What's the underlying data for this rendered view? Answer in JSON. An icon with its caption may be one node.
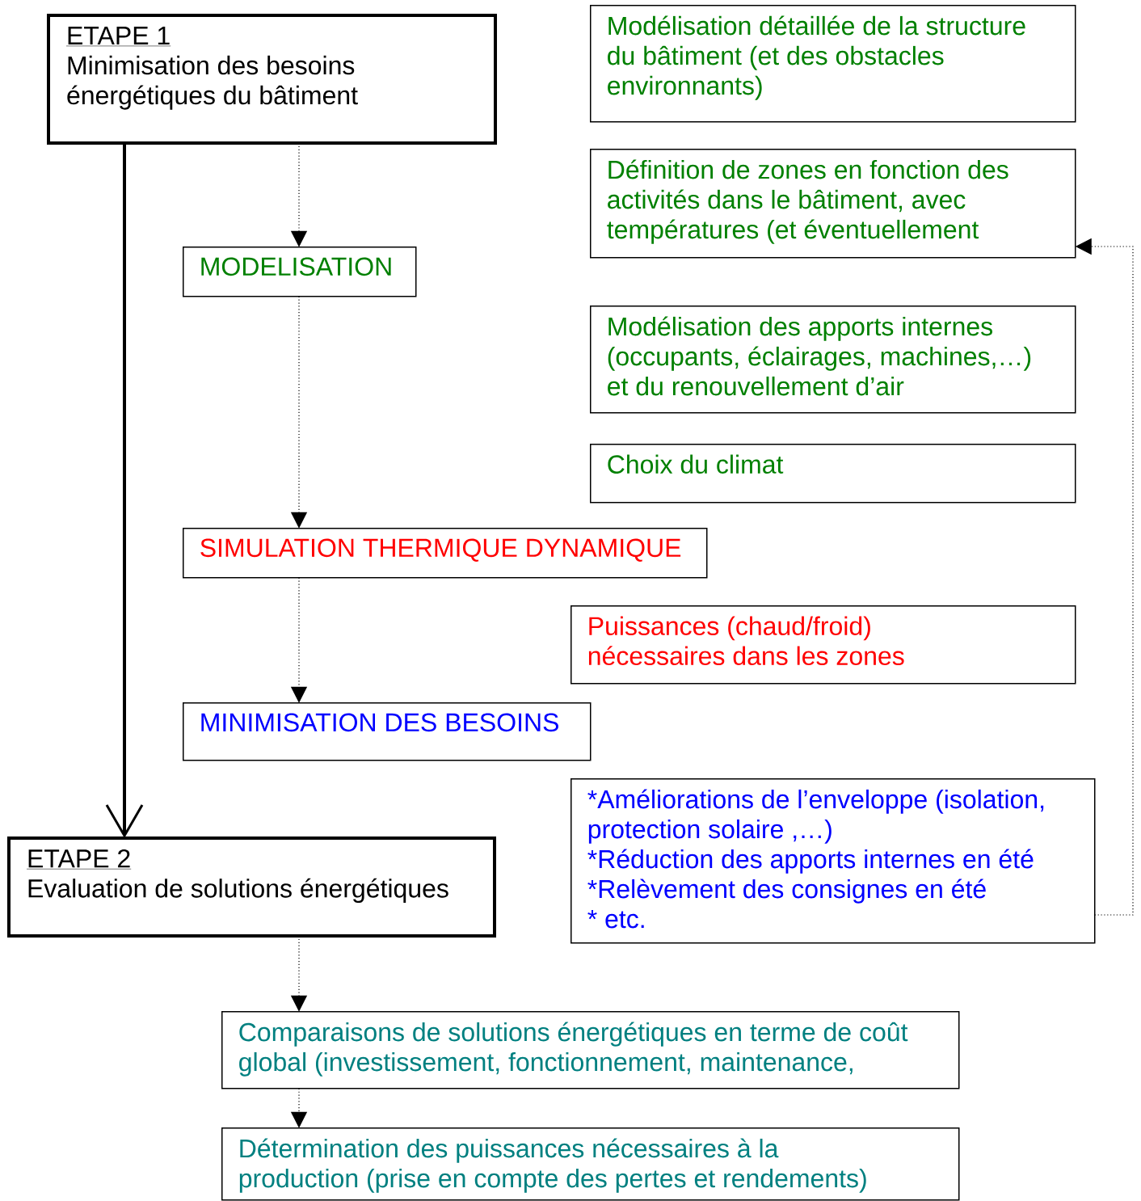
{
  "diagram": {
    "nodes": [
      {
        "text": [
          "ETAPE 1",
          "Minimisation des besoins énergétiques du bâtiment"
        ]
      },
      {
        "text": [
          "Modélisation détaillée de la structure du bâtiment (et des obstacles environnants)"
        ]
      },
      {
        "text": [
          "Définition de zones en fonction des activités dans le bâtiment, avec températures (et éventuellement"
        ]
      },
      {
        "text": [
          "MODELISATION"
        ]
      },
      {
        "text": [
          "Modélisation des apports internes (occupants, éclairages, machines,…) et du renouvellement d’air"
        ]
      },
      {
        "text": [
          "Choix du climat"
        ]
      },
      {
        "text": [
          "SIMULATION THERMIQUE DYNAMIQUE"
        ]
      },
      {
        "text": [
          "Puissances (chaud/froid) nécessaires dans les zones"
        ]
      },
      {
        "text": [
          "MINIMISATION DES BESOINS"
        ]
      },
      {
        "text": [
          "*Améliorations de l’enveloppe (isolation, protection solaire ,…)",
          "*Réduction des apports internes en été",
          "*Relèvement des consignes en été",
          "* etc."
        ]
      },
      {
        "text": [
          "ETAPE 2",
          "Evaluation de solutions énergétiques"
        ]
      },
      {
        "text": [
          "Comparaisons de solutions énergétiques  en terme de coût global (investissement, fonctionnement, maintenance,"
        ]
      },
      {
        "text": [
          "Détermination des puissances nécessaires à la production (prise en compte des pertes et rendements)"
        ]
      }
    ],
    "edges": [
      {
        "from": 0,
        "to": 3,
        "arrow": "to",
        "style": "dashed"
      },
      {
        "from": 3,
        "to": 6,
        "arrow": "to",
        "style": "dashed"
      },
      {
        "from": 6,
        "to": 8,
        "arrow": "to",
        "style": "dashed"
      },
      {
        "from": 0,
        "to": 10,
        "arrow": "to",
        "style": "thick"
      },
      {
        "from": 9,
        "to": 2,
        "arrow": "to",
        "style": "dashed"
      },
      {
        "from": 10,
        "to": 11,
        "arrow": "to",
        "style": "dashed"
      },
      {
        "from": 11,
        "to": 12,
        "arrow": "to",
        "style": "dashed"
      }
    ]
  }
}
